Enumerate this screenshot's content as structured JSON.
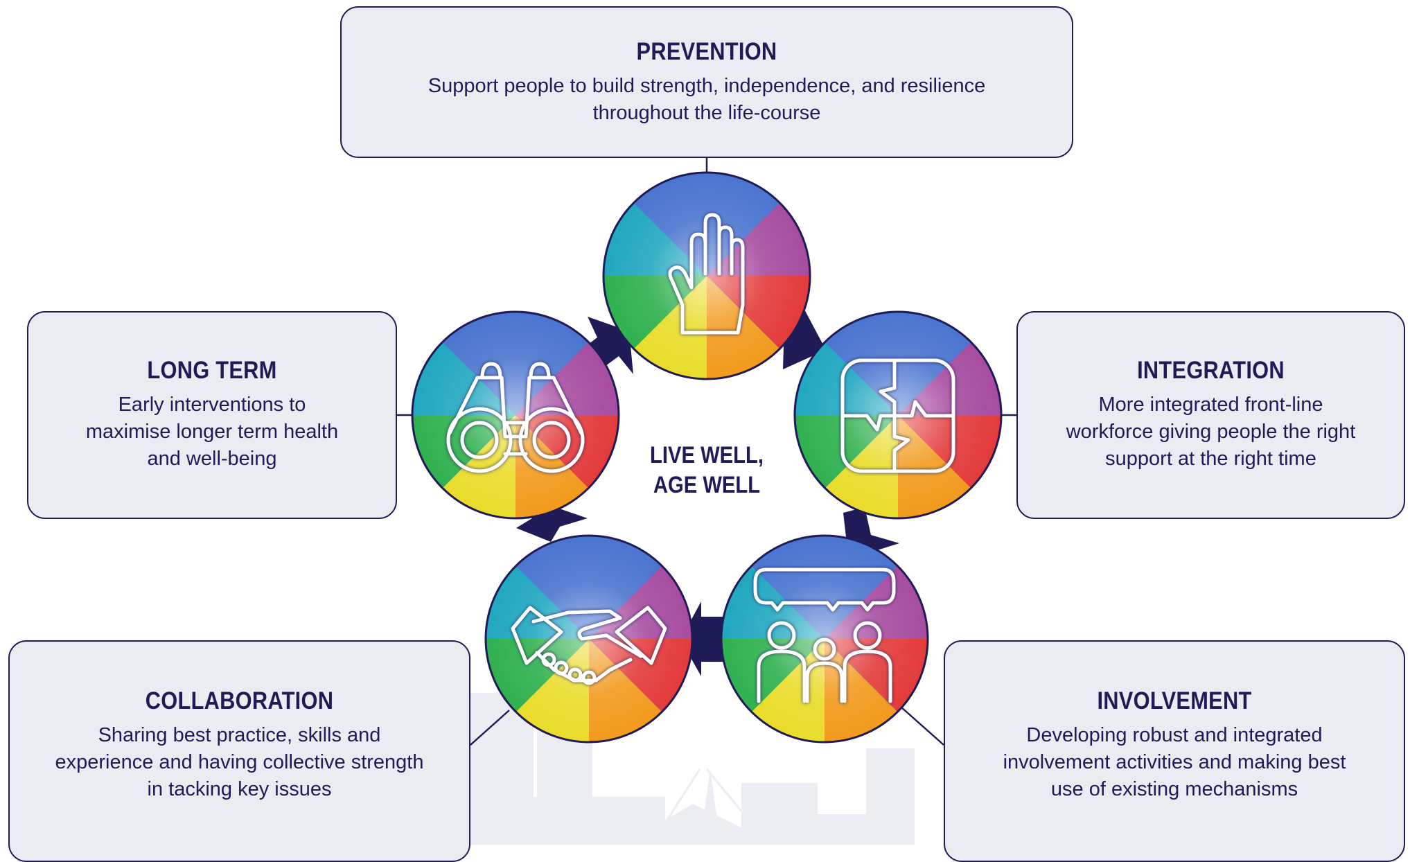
{
  "center": {
    "line1": "LIVE WELL,",
    "line2": "AGE WELL"
  },
  "boxes": {
    "prevention": {
      "title": "PREVENTION",
      "line1": "Support people to build strength, independence, and resilience",
      "line2": "throughout the life-course"
    },
    "integration": {
      "title": "INTEGRATION",
      "line1": "More integrated front-line",
      "line2": "workforce giving people the right",
      "line3": "support at the right time"
    },
    "involvement": {
      "title": "INVOLVEMENT",
      "line1": "Developing robust and integrated",
      "line2": "involvement activities and making best",
      "line3": "use of existing mechanisms"
    },
    "collaboration": {
      "title": "COLLABORATION",
      "line1": "Sharing best practice, skills and",
      "line2": "experience and having collective strength",
      "line3": "in tacking key issues"
    },
    "long_term": {
      "title": "LONG TERM",
      "line1": "Early interventions to",
      "line2": "maximise longer term health",
      "line3": "and well-being"
    }
  },
  "icons": {
    "prevention": "hand-icon",
    "integration": "puzzle-icon",
    "involvement": "people-speech-icon",
    "collaboration": "handshake-icon",
    "long_term": "binoculars-icon"
  },
  "colors": {
    "navy": "#1e1b57",
    "box_fill": "#ebebf2",
    "watermark": "#ececf3"
  }
}
